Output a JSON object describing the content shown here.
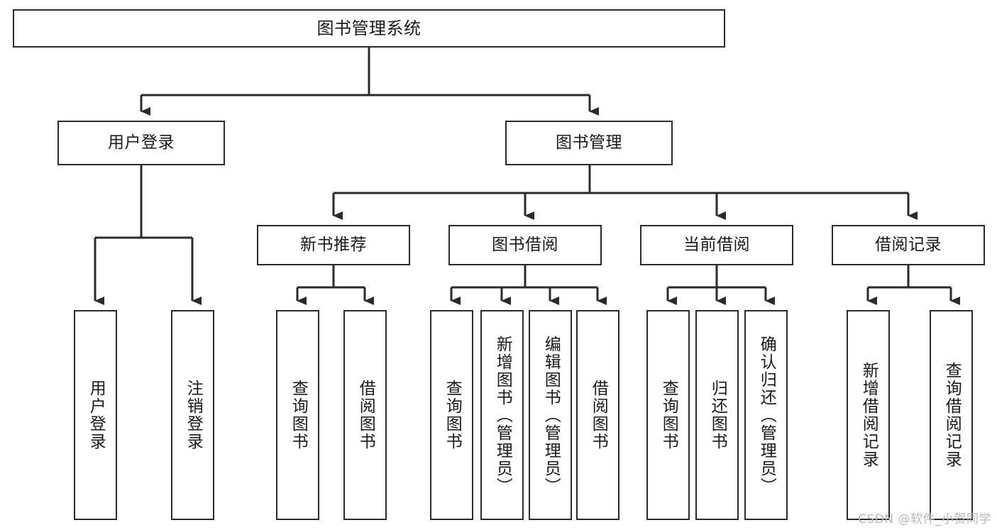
{
  "diagram": {
    "title": "图书管理系统",
    "type": "hierarchy-tree",
    "watermark": "CSDN @软件_小贺同学",
    "colors": {
      "node_border": "#2b2b2b",
      "node_fill": "#ffffff",
      "edge": "#2b2b2b",
      "background": "#ffffff",
      "watermark": "#b7b7b7"
    },
    "nodes": {
      "root": {
        "label": "图书管理系统"
      },
      "level2": [
        {
          "label": "用户登录"
        },
        {
          "label": "图书管理"
        }
      ],
      "level3": [
        {
          "label": "新书推荐"
        },
        {
          "label": "图书借阅"
        },
        {
          "label": "当前借阅"
        },
        {
          "label": "借阅记录"
        }
      ],
      "leaves_user_login": [
        {
          "label": "用户登录"
        },
        {
          "label": "注销登录"
        }
      ],
      "leaves_new_books": [
        {
          "label": "查询图书"
        },
        {
          "label": "借阅图书"
        }
      ],
      "leaves_borrow": [
        {
          "label": "查询图书"
        },
        {
          "label": "新增图书（管理员）"
        },
        {
          "label": "编辑图书（管理员）"
        },
        {
          "label": "借阅图书"
        }
      ],
      "leaves_current": [
        {
          "label": "查询图书"
        },
        {
          "label": "归还图书"
        },
        {
          "label": "确认归还（管理员）"
        }
      ],
      "leaves_records": [
        {
          "label": "新增借阅记录"
        },
        {
          "label": "查询借阅记录"
        }
      ]
    }
  }
}
